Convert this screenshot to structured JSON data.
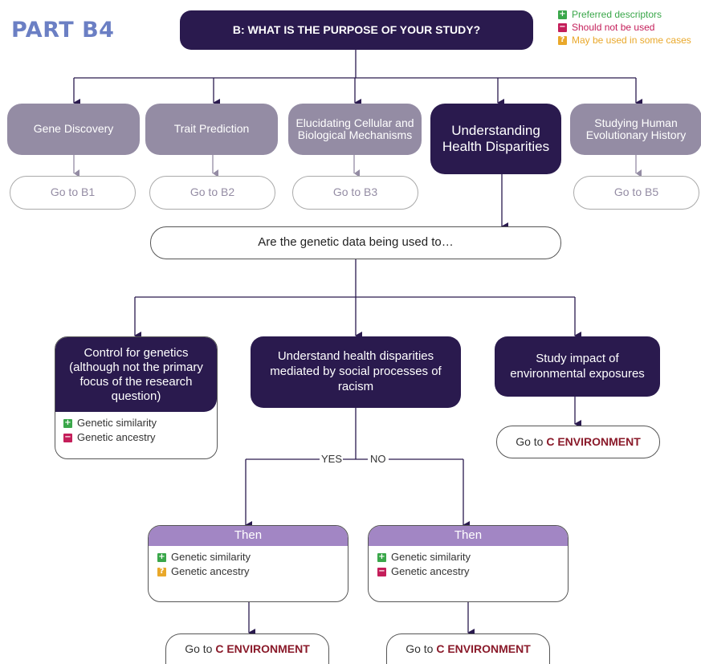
{
  "part_title": "PART B4",
  "root_question": "B: WHAT IS THE PURPOSE OF YOUR STUDY?",
  "legend": {
    "preferred": "Preferred descriptors",
    "not_used": "Should not be used",
    "some_cases": "May be used in some cases",
    "colors": {
      "preferred": "#3aa74a",
      "not_used": "#c41e5a",
      "some_cases": "#e9a82a"
    }
  },
  "purposes": [
    {
      "label": "Gene Discovery",
      "goto": "Go to B1"
    },
    {
      "label": "Trait Prediction",
      "goto": "Go to B2"
    },
    {
      "label": "Elucidating Cellular and Biological Mechanisms",
      "goto": "Go to B3"
    },
    {
      "label": "Understanding Health Disparities"
    },
    {
      "label": "Studying Human Evolutionary History",
      "goto": "Go to B5"
    }
  ],
  "question": "Are the genetic data being used to…",
  "options": {
    "control": {
      "label": "Control for genetics (although not the primary focus of the research question)",
      "preferred": "Genetic similarity",
      "not_used": "Genetic ancestry"
    },
    "disparities": {
      "label": "Understand health disparities mediated by social processes of racism"
    },
    "environment": {
      "label": "Study impact of environmental exposures",
      "goto_prefix": "Go to",
      "goto_target": "C ENVIRONMENT"
    }
  },
  "branch_labels": {
    "yes": "YES",
    "no": "NO"
  },
  "then_boxes": [
    {
      "header": "Then",
      "preferred": "Genetic similarity",
      "second": "Genetic ancestry",
      "second_type": "some_cases",
      "goto_prefix": "Go to",
      "goto_target": "C ENVIRONMENT"
    },
    {
      "header": "Then",
      "preferred": "Genetic similarity",
      "second": "Genetic ancestry",
      "second_type": "not_used",
      "goto_prefix": "Go to",
      "goto_target": "C ENVIRONMENT"
    }
  ],
  "icons": {
    "plus": "plus-square-icon",
    "minus": "minus-square-icon",
    "question": "question-square-icon"
  }
}
